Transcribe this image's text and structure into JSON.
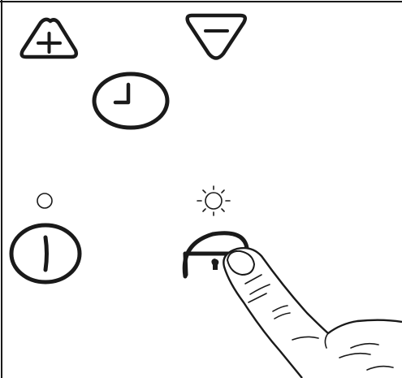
{
  "panel": {
    "controls": [
      {
        "id": "plus",
        "icon": "plus-triangle-icon"
      },
      {
        "id": "minus",
        "icon": "minus-triangle-icon"
      },
      {
        "id": "timer",
        "icon": "clock-icon"
      },
      {
        "id": "power",
        "icon": "power-icon",
        "indicator": "indicator-off-circle-icon"
      },
      {
        "id": "lock",
        "icon": "padlock-icon",
        "indicator": "indicator-sun-icon",
        "pressed": true
      }
    ],
    "hand": "pressing-finger-icon"
  },
  "colors": {
    "stroke": "#1a1a1a",
    "background": "#ffffff"
  }
}
